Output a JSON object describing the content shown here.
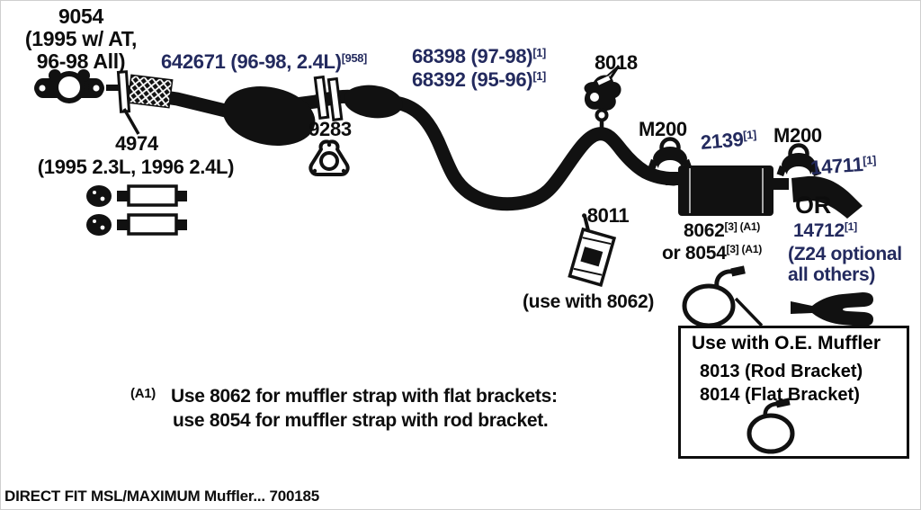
{
  "colors": {
    "navy": "#232a5e",
    "black": "#0d0d0d",
    "background": "#ffffff"
  },
  "labels": {
    "p9054_number": "9054",
    "p9054_line1": "(1995 w/ AT,",
    "p9054_line2": "96-98 All)",
    "p642671_text": "642671 (96-98, 2.4L)",
    "p642671_sup": "[958]",
    "p68398_text": "68398 (97-98)",
    "p68398_sup": "[1]",
    "p68392_text": "68392 (95-96)",
    "p68392_sup": "[1]",
    "p4974_number": "4974",
    "p4974_desc": "(1995 2.3L, 1996 2.4L)",
    "p9283_number": "9283",
    "p8018_number": "8018",
    "m200_left": "M200",
    "m200_right": "M200",
    "p2139_text": "2139",
    "p2139_sup": "[1]",
    "p14711_text": "14711",
    "p14711_sup": "[1]",
    "or_text": "OR",
    "p8062_text": "8062",
    "p8062_sup": "[3] (A1)",
    "p8054_text": "or 8054",
    "p8054_sup": "[3] (A1)",
    "p14712_text": "14712",
    "p14712_sup": "[1]",
    "p14712_desc1": "(Z24 optional",
    "p14712_desc2": "all others)",
    "p8011_number": "8011",
    "p8011_desc": "(use with 8062)"
  },
  "oe_box": {
    "title": "Use with O.E. Muffler",
    "line1": "8013 (Rod Bracket)",
    "line2": "8014 (Flat Bracket)"
  },
  "note": {
    "sup": "(A1)",
    "line1": "Use 8062 for muffler strap with flat brackets:",
    "line2": "use 8054 for muffler strap with rod bracket."
  },
  "footer": "DIRECT FIT MSL/MAXIMUM Muffler... 700185"
}
